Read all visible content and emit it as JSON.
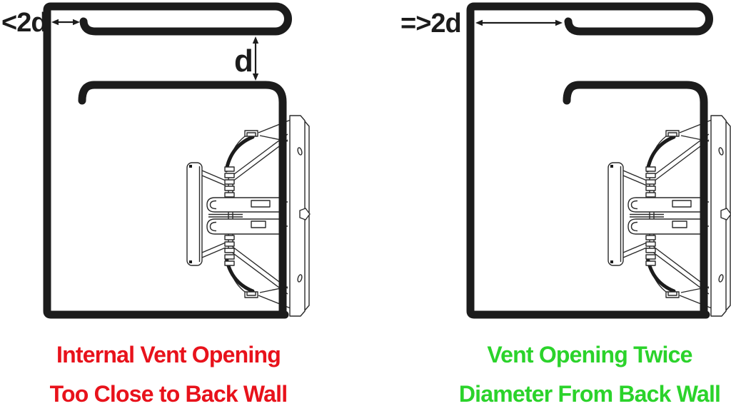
{
  "diagram": {
    "title_hint": "Subwoofer vent (port) placement comparison",
    "line_color": "#1c1c1c",
    "background": "#ffffff",
    "left": {
      "dimension_label": "<2d",
      "port_diameter_label": "d",
      "caption_line1": "Internal Vent Opening",
      "caption_line2": "Too Close to Back Wall",
      "caption_color": "#e8121b"
    },
    "right": {
      "dimension_label": "=>2d",
      "caption_line1": "Vent Opening Twice",
      "caption_line2": "Diameter From Back Wall",
      "caption_color": "#2bd32b"
    }
  }
}
